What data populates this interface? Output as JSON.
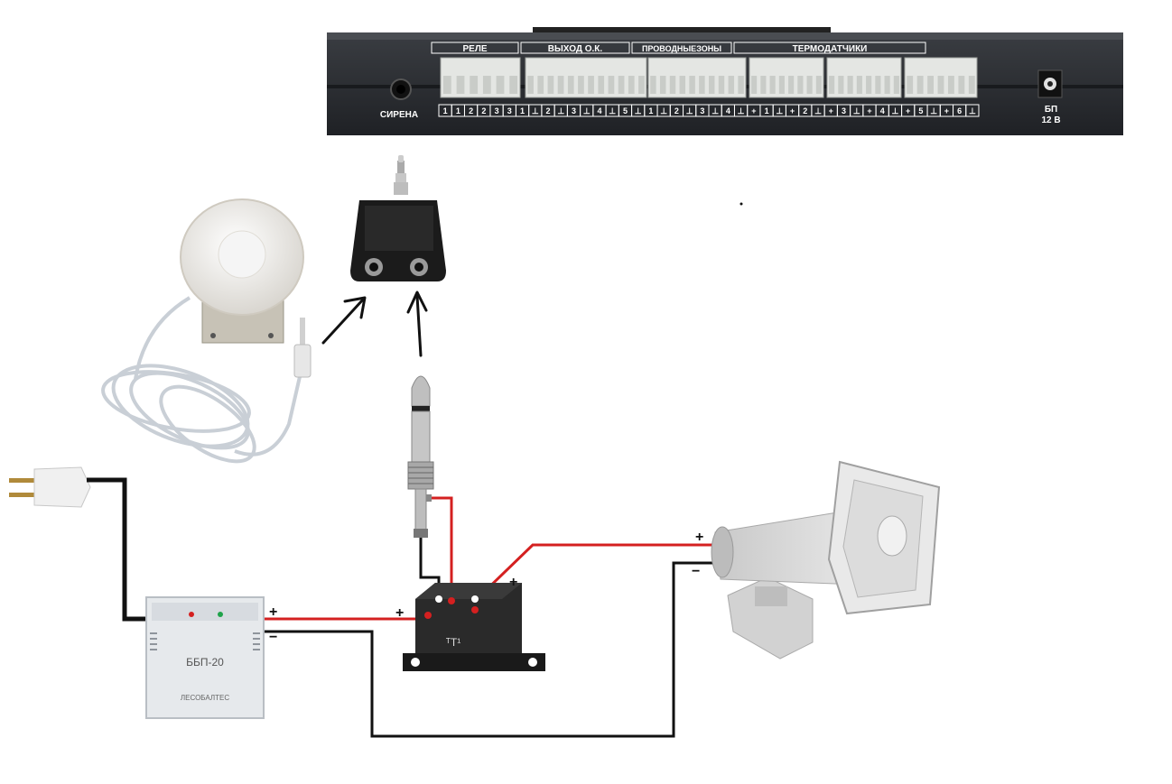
{
  "controller": {
    "groups": [
      "РЕЛЕ",
      "ВЫХОД О.К.",
      "ПРОВОДНЫЕЗОНЫ",
      "ТЕРМОДАТЧИКИ"
    ],
    "siren_label": "СИРЕНА",
    "power_label_1": "БП",
    "power_label_2": "12 В",
    "pins": [
      "1",
      "1",
      "2",
      "2",
      "3",
      "3",
      "1",
      "⊥",
      "2",
      "⊥",
      "3",
      "⊥",
      "4",
      "⊥",
      "5",
      "⊥",
      "1",
      "⊥",
      "2",
      "⊥",
      "3",
      "⊥",
      "4",
      "⊥",
      "+",
      "1",
      "⊥",
      "+",
      "2",
      "⊥",
      "+",
      "3",
      "⊥",
      "+",
      "4",
      "⊥",
      "+",
      "5",
      "⊥",
      "+",
      "6",
      "⊥"
    ]
  },
  "psu": {
    "model": "ББП-20",
    "brand": "ЛЕСОБАЛТЕС"
  },
  "wiring": {
    "plus": "+",
    "minus": "−",
    "relay_brand": "ᵀT¹"
  },
  "colors": {
    "positive_wire": "#d42020",
    "negative_wire": "#111111",
    "device_body": "#2b2e33"
  }
}
